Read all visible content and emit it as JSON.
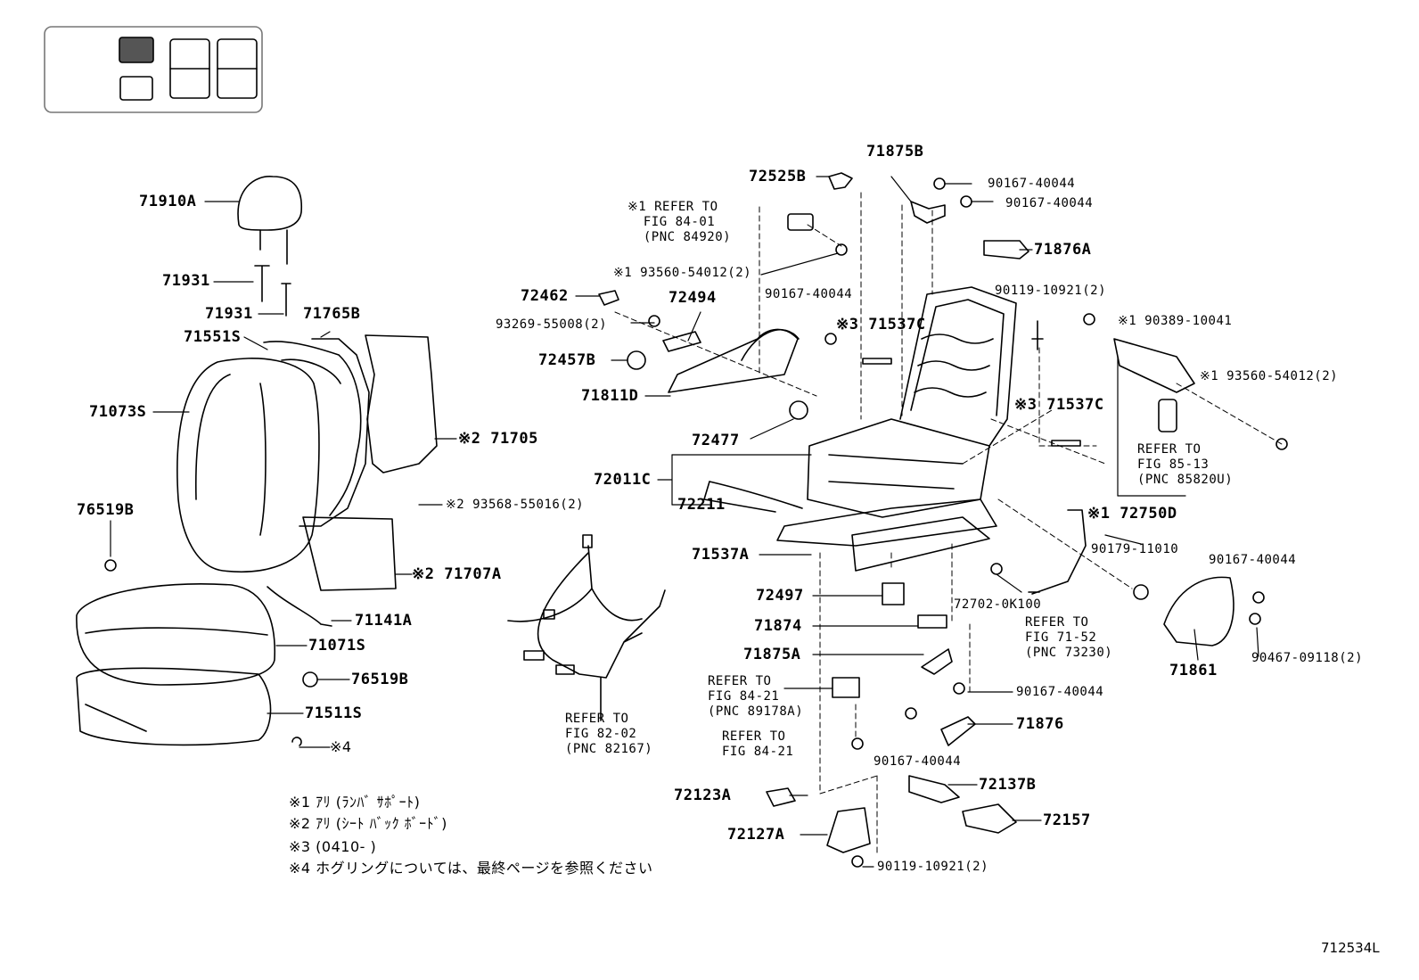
{
  "figure_number": "712534L",
  "parts": {
    "p71910A": "71910A",
    "p71931a": "71931",
    "p71931b": "71931",
    "p71765B": "71765B",
    "p71551S": "71551S",
    "p71073S": "71073S",
    "p71705": "※2 71705",
    "p93568": "※2 93568-55016(2)",
    "p76519Ba": "76519B",
    "p71707A": "※2 71707A",
    "p71141A": "71141A",
    "p71071S": "71071S",
    "p76519Bb": "76519B",
    "p71511S": "71511S",
    "p4": "※4",
    "p72525B": "72525B",
    "p71875B": "71875B",
    "p90167a": "90167-40044",
    "p90167b": "90167-40044",
    "p71876A": "71876A",
    "p93560a": "※1 93560-54012(2)",
    "p72462": "72462",
    "p72494": "72494",
    "p93269": "93269-55008(2)",
    "p90167c": "90167-40044",
    "p71537Ca": "※3 71537C",
    "p90119a": "90119-10921(2)",
    "p90389": "※1 90389-10041",
    "p72457B": "72457B",
    "p71811D": "71811D",
    "p93560b": "※1 93560-54012(2)",
    "p71537Cb": "※3 71537C",
    "p72477": "72477",
    "p72011C": "72011C",
    "p72211": "72211",
    "p72750D": "※1 72750D",
    "p71537A": "71537A",
    "p90179": "90179-11010",
    "p90167d": "90167-40044",
    "p72497": "72497",
    "p72702": "72702-0K100",
    "p71874": "71874",
    "p71875A": "71875A",
    "p71861": "71861",
    "p90467": "90467-09118(2)",
    "p90167e": "90167-40044",
    "p71876": "71876",
    "p90167f": "90167-40044",
    "p72137B": "72137B",
    "p72123A": "72123A",
    "p72157": "72157",
    "p72127A": "72127A",
    "p90119b": "90119-10921(2)"
  },
  "references": {
    "r1": "※1 REFER TO\n  FIG 84-01\n  (PNC 84920)",
    "r2": "REFER TO\nFIG 85-13\n(PNC 85820U)",
    "r3": "REFER TO\nFIG 71-52\n(PNC 73230)",
    "r4": "REFER TO\nFIG 84-21\n(PNC 89178A)",
    "r5": "REFER TO\nFIG 84-21",
    "r6": "REFER TO\nFIG 82-02\n(PNC 82167)"
  },
  "notes": [
    "※1  ｱﾘ (ﾗﾝﾊﾞ ｻﾎﾟｰﾄ)",
    "※2  ｱﾘ (ｼｰﾄ ﾊﾞｯｸ ﾎﾞｰﾄﾞ)",
    "※3  (0410-        )",
    "※4  ホグリングについては、最終ページを参照ください"
  ]
}
